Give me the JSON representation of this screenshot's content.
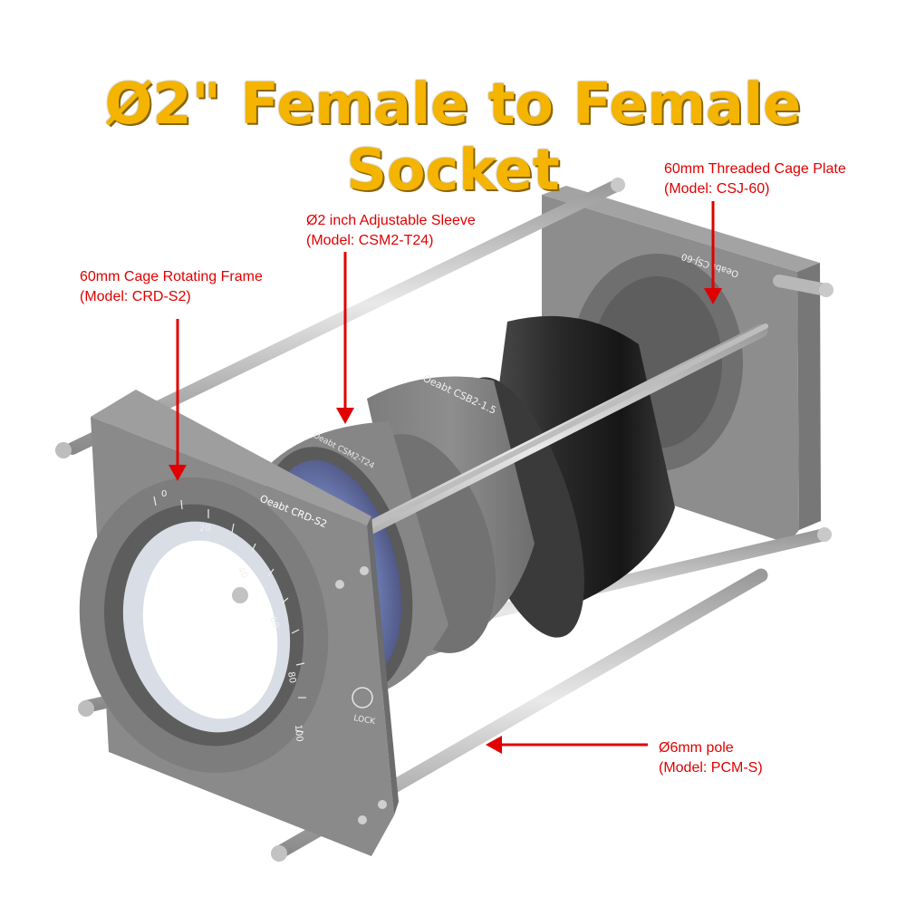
{
  "title": "Ø2\" Female to Female Socket",
  "colors": {
    "title": "#f4b400",
    "callout": "#e00000",
    "metal": "#8f8f8f",
    "sleeve": "#1e1e1e"
  },
  "callouts": {
    "cage_plate": {
      "line1": "60mm Threaded Cage Plate",
      "line2": "(Model: CSJ-60)"
    },
    "sleeve": {
      "line1": "Ø2 inch Adjustable Sleeve",
      "line2": "(Model: CSM2-T24)"
    },
    "rotating_frame": {
      "line1": "60mm Cage Rotating Frame",
      "line2": "(Model: CRD-S2)"
    },
    "pole": {
      "line1": "Ø6mm pole",
      "line2": "(Model: PCM-S)"
    }
  },
  "product_markings": {
    "frame": "Oeabt CRD-S2",
    "sleeve_ring": "Oeabt CSM2-T24",
    "tube": "Oeabt CSB2-1.5",
    "plate": "Oeabt CSJ-60",
    "lock": "LOCK",
    "scale": [
      "0",
      "20",
      "40",
      "60",
      "80",
      "100"
    ]
  }
}
